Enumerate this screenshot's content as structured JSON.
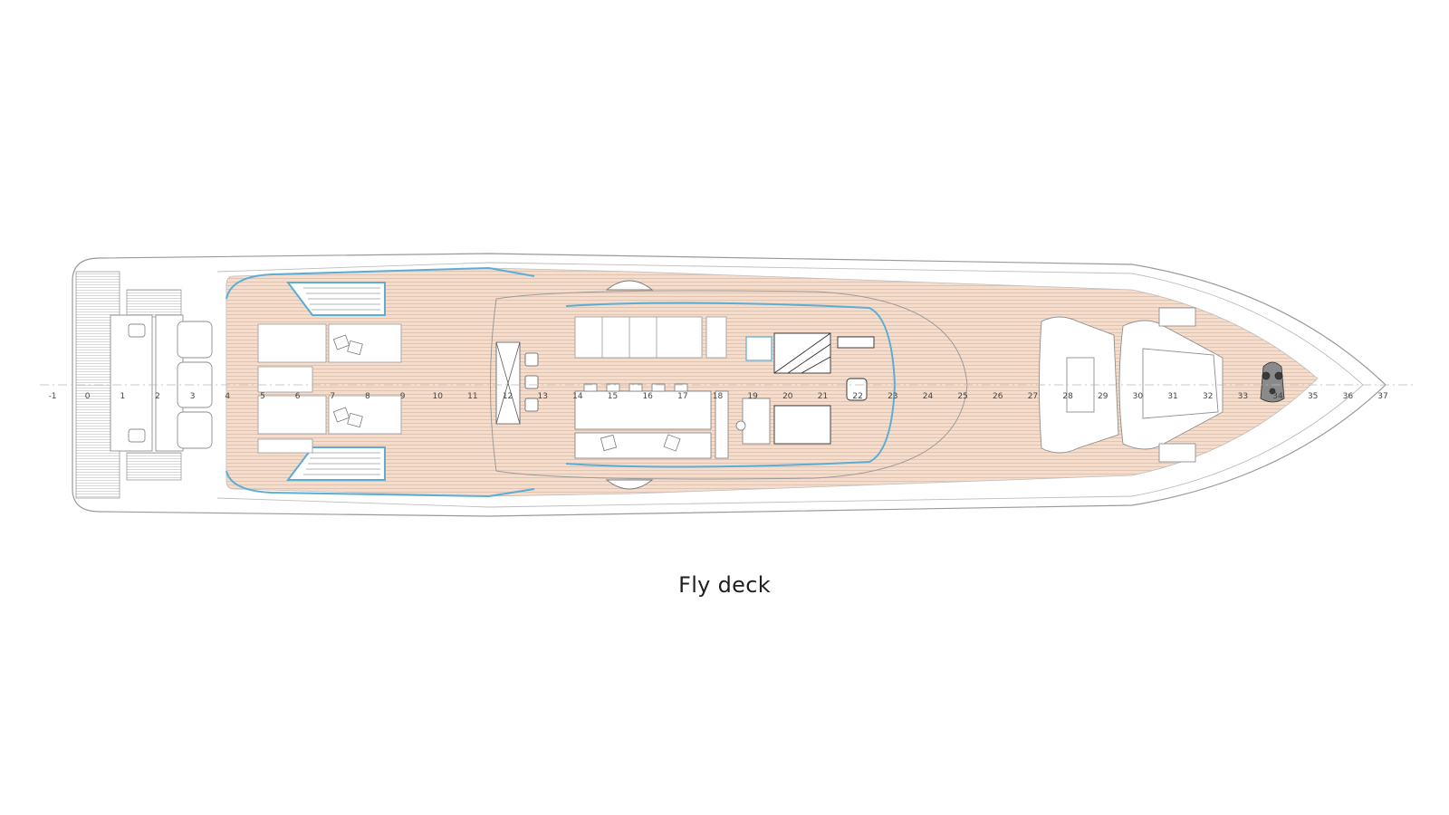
{
  "caption": "Fly deck",
  "frame_labels": [
    "-1",
    "0",
    "1",
    "2",
    "3",
    "4",
    "5",
    "6",
    "7",
    "8",
    "9",
    "10",
    "11",
    "12",
    "13",
    "14",
    "15",
    "16",
    "17",
    "18",
    "19",
    "20",
    "21",
    "22",
    "23",
    "24",
    "25",
    "26",
    "27",
    "28",
    "29",
    "30",
    "31",
    "32",
    "33",
    "34",
    "35",
    "36",
    "37"
  ],
  "colors": {
    "teak_deck": "#f6dccb",
    "teak_lines": "#e9b79c",
    "glass_blue": "#5aaed6",
    "outline": "#9a9a9a",
    "dark_outline": "#2e2e2e",
    "centerline": "#b9b9b9"
  }
}
